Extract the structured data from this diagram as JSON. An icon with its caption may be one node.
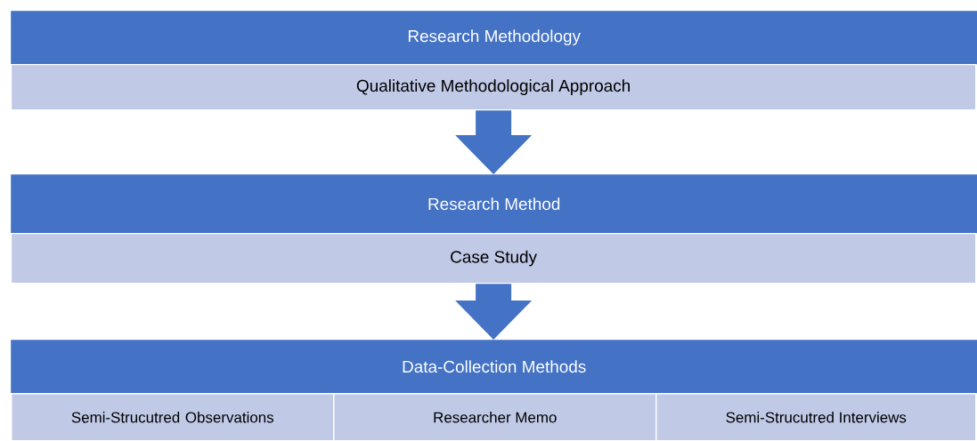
{
  "diagram": {
    "nodes": [
      {
        "text": [
          "Research Methodology"
        ]
      },
      {
        "text": [
          "Qualitative Methodological Approach"
        ]
      },
      {
        "text": [
          "Research Method"
        ]
      },
      {
        "text": [
          "Case Study"
        ]
      },
      {
        "text": [
          "Data-Collection Methods"
        ]
      },
      {
        "text": [
          "Semi-Strucutred Observations"
        ]
      },
      {
        "text": [
          "Researcher Memo"
        ]
      },
      {
        "text": [
          "Semi-Strucutred Interviews"
        ]
      }
    ],
    "edges": [
      {
        "from": 1,
        "to": 2,
        "arrow": "to"
      },
      {
        "from": 3,
        "to": 4,
        "arrow": "to"
      }
    ]
  }
}
